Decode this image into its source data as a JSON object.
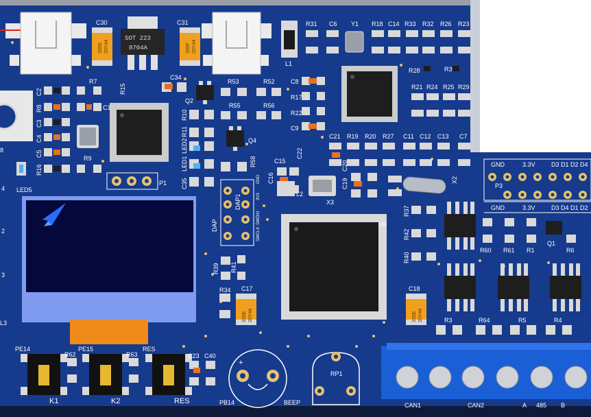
{
  "board": {
    "colors": {
      "board": "#163a8c",
      "pad": "#d9d9d9",
      "silk": "#ffffff",
      "tant": "#f0a01e",
      "lcd_back": "#7f9cf0",
      "lcd_screen": "#05083a",
      "terminal": "#1a5fd6",
      "fpc": "#f08a18",
      "chip": "#1e1e1e"
    },
    "left_labels": {
      "c2": "C2",
      "r8": "R8",
      "c3": "C3",
      "c4": "C4",
      "c5": "C5",
      "r16": "R16",
      "c1": "C1",
      "r7": "R7",
      "r9": "R9",
      "led5": "LED5",
      "p1": "P1",
      "r15": "R15",
      "r10": "R10",
      "r11": "R11",
      "led1": "LED1",
      "led2": "LED2",
      "c35": "C35"
    },
    "top_labels": {
      "c30": "C30",
      "c31": "C31",
      "c34": "C34",
      "q2": "Q2",
      "r53": "R53",
      "r52": "R52",
      "r55": "R55",
      "r56": "R56",
      "q4": "Q4",
      "r58": "R58",
      "l1": "L1",
      "r31": "R31",
      "c6": "C6",
      "y1": "Y1",
      "r18": "R18",
      "c14": "C14",
      "r33": "R33",
      "r32": "R32",
      "r26": "R26",
      "r23": "R23",
      "r17": "R17",
      "r22": "R22",
      "c8": "C8",
      "c9": "C9",
      "r28": "R28",
      "r30": "R30",
      "r21": "R21",
      "r24": "R24",
      "r25": "R25",
      "r29": "R29",
      "c21": "C21",
      "r19": "R19",
      "r20": "R20",
      "r27": "R27",
      "c11": "C11",
      "c12": "C12",
      "c13": "C13",
      "c7": "C7",
      "c22": "C22",
      "c15": "C15",
      "c16": "C16",
      "l2": "L2",
      "c19": "C19",
      "c20": "C20",
      "x3": "X3",
      "x2": "X2",
      "dap1": "DAP1",
      "dap": "DAP",
      "sot_mark_1": "SOT 223",
      "sot_mark_2": "8704A"
    },
    "tantalum_marks": {
      "c30_1": "335E",
      "c30_2": "20Y44",
      "c31_1": "335F",
      "c31_2": "20Y44",
      "c17_1": "335E",
      "c17_2": "20Y44",
      "c18_1": "335E",
      "c18_2": "20Y44"
    },
    "dap_pins": {
      "a": "3V3",
      "b": "SWDIO",
      "c": "SWCLK",
      "d": "GND"
    },
    "mid_labels": {
      "r39": "R39",
      "r41": "R41",
      "r34": "R34",
      "c17": "C17",
      "c18": "C18",
      "u6": "U6",
      "r37": "R37",
      "r42": "R42",
      "r40": "R40",
      "r3": "R3",
      "r64": "R64",
      "r5": "R5",
      "r4": "R4",
      "r60": "R60",
      "r61": "R61",
      "r1": "R1",
      "r6": "R6",
      "q1": "Q1",
      "p3": "P3",
      "hdr_gnd_1": "GND",
      "hdr_3v3_1": "3.3V",
      "hdr_pins_1": "D3 D1 D2 D4",
      "hdr_gnd_2": "GND",
      "hdr_3v3_2": "3.3V",
      "hdr_pins_2": "D3 D4 D1 D2"
    },
    "bottom_labels": {
      "pe14": "PE14",
      "r62": "R62",
      "pe15": "PE15",
      "r63": "R63",
      "res_top": "RES",
      "c23": "C23",
      "c40": "C40",
      "k1": "K1",
      "k2": "K2",
      "res": "RES",
      "pb14": "PB14",
      "beep": "BEEP",
      "rp1": "RP1",
      "can1": "CAN1",
      "can2": "CAN2",
      "a": "A",
      "rs485": "485",
      "b": "B",
      "plus": "+"
    },
    "side_labels": {
      "l8": "8",
      "l4": "4",
      "l2": "2",
      "l3": "3",
      "l3b": "L3"
    }
  }
}
